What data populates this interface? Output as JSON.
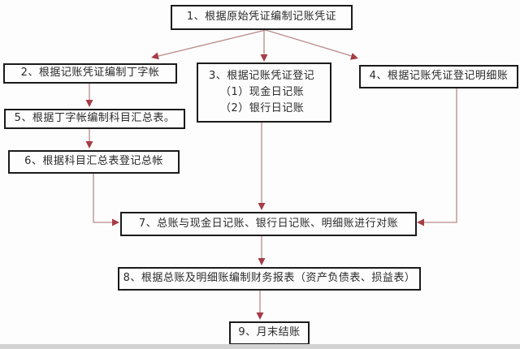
{
  "diagram": {
    "type": "flowchart",
    "nodes": [
      {
        "id": 1,
        "label": "1、根据原始凭证编制记账凭证"
      },
      {
        "id": 2,
        "label": "2、根据记账凭证编制丁字帐"
      },
      {
        "id": 3,
        "label": "3、根据记账凭证登记",
        "sublines": [
          "（1）现金日记账",
          "（2）银行日记账"
        ]
      },
      {
        "id": 4,
        "label": "4、根据记账凭证登记明细账"
      },
      {
        "id": 5,
        "label": "5、根据丁字帐编制科目汇总表。"
      },
      {
        "id": 6,
        "label": "6、根据科目汇总表登记总帐"
      },
      {
        "id": 7,
        "label": "7、总账与现金日记账、银行日记账、明细账进行对账"
      },
      {
        "id": 8,
        "label": "8、根据总账及明细账编制财务报表（资产负债表、损益表）"
      },
      {
        "id": 9,
        "label": "9、月末结账"
      }
    ],
    "edges": [
      {
        "from": 1,
        "to": 2
      },
      {
        "from": 1,
        "to": 3
      },
      {
        "from": 1,
        "to": 4
      },
      {
        "from": 2,
        "to": 5
      },
      {
        "from": 5,
        "to": 6
      },
      {
        "from": 6,
        "to": 7
      },
      {
        "from": 3,
        "to": 7
      },
      {
        "from": 4,
        "to": 7
      },
      {
        "from": 7,
        "to": 8
      },
      {
        "from": 8,
        "to": 9
      }
    ],
    "colors": {
      "connector_line": "#b98a8a",
      "arrowhead": "#a53c46",
      "box_border": "#1b1b1b",
      "background": "#fdfdfd"
    }
  }
}
